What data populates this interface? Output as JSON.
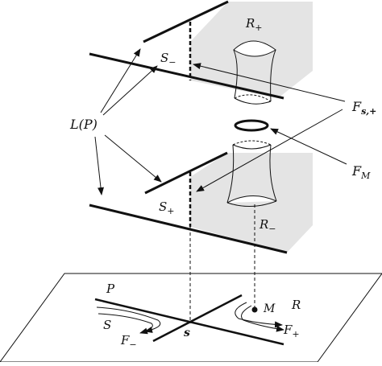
{
  "labels": {
    "r_plus": "R",
    "r_plus_sub": "+",
    "s_minus": "S",
    "s_minus_sub": "−",
    "l_of_p": "L(P)",
    "f_s_plus": "F",
    "f_s_plus_sub": "s,+",
    "f_m": "F",
    "f_m_sub": "M",
    "s_plus": "S",
    "s_plus_sub": "+",
    "r_minus": "R",
    "r_minus_sub": "−",
    "p": "P",
    "s_region": "S",
    "f_minus": "F",
    "f_minus_sub": "−",
    "s_point": "s",
    "m_point": "M",
    "r_region": "R",
    "f_plus": "F",
    "f_plus_sub": "+"
  },
  "colors": {
    "shade": "#e4e4e4",
    "ink": "#111111"
  }
}
